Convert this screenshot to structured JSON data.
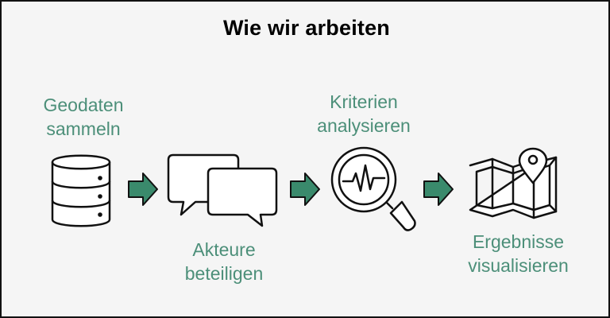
{
  "title": "Wie wir arbeiten",
  "steps": [
    {
      "line1": "Geodaten",
      "line2": "sammeln",
      "icon": "database-icon"
    },
    {
      "line1": "Akteure",
      "line2": "beteiligen",
      "icon": "chat-bubbles-icon"
    },
    {
      "line1": "Kriterien",
      "line2": "analysieren",
      "icon": "magnifier-pulse-icon"
    },
    {
      "line1": "Ergebnisse",
      "line2": "visualisieren",
      "icon": "map-pin-icon"
    }
  ],
  "colors": {
    "accent": "#4c8f79",
    "arrow_fill": "#3a8a6c",
    "stroke": "#111111",
    "background": "#f5f5f5"
  }
}
